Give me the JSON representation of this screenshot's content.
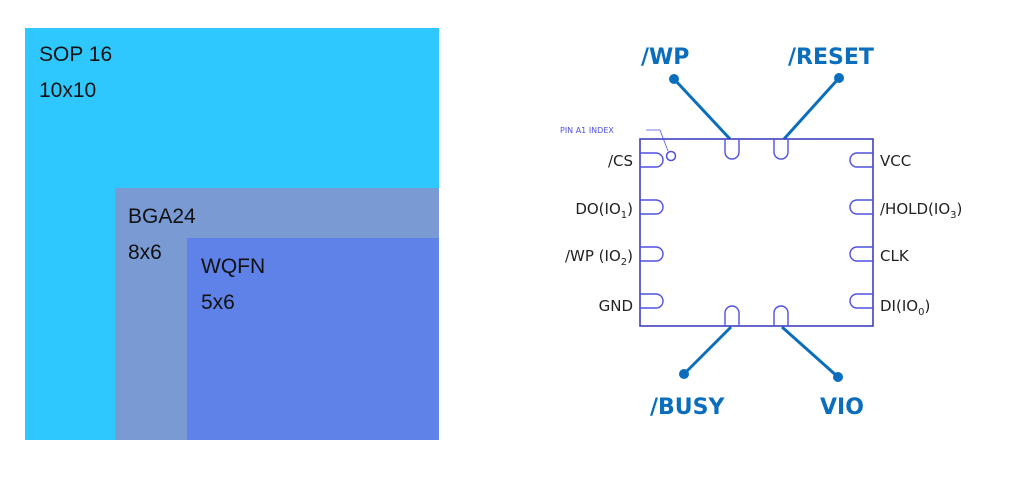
{
  "colors": {
    "sop": "#2ec8ff",
    "bga": "#7a9ad4",
    "wqfn": "#5e82e8",
    "chip_outline": "#4040c0",
    "pad": "#5050e0",
    "signal": "#0a6ebd"
  },
  "packages": [
    {
      "name": "SOP 16",
      "size": "10x10"
    },
    {
      "name": "BGA24",
      "size": "8x6"
    },
    {
      "name": "WQFN",
      "size": "5x6"
    }
  ],
  "chip": {
    "index_label": "PIN A1 INDEX",
    "left_pins": [
      {
        "label": "/CS",
        "sub": ""
      },
      {
        "label": "DO(IO",
        "sub": "1",
        "suffix": ")"
      },
      {
        "label": "/WP (IO",
        "sub": "2",
        "suffix": ")"
      },
      {
        "label": "GND",
        "sub": ""
      }
    ],
    "right_pins": [
      {
        "label": "VCC",
        "sub": ""
      },
      {
        "label": "/HOLD(IO",
        "sub": "3",
        "suffix": ")"
      },
      {
        "label": "CLK",
        "sub": ""
      },
      {
        "label": "DI(IO",
        "sub": "0",
        "suffix": ")"
      }
    ],
    "top_signals": [
      "/WP",
      "/RESET"
    ],
    "bottom_signals": [
      "/BUSY",
      "VIO"
    ]
  }
}
